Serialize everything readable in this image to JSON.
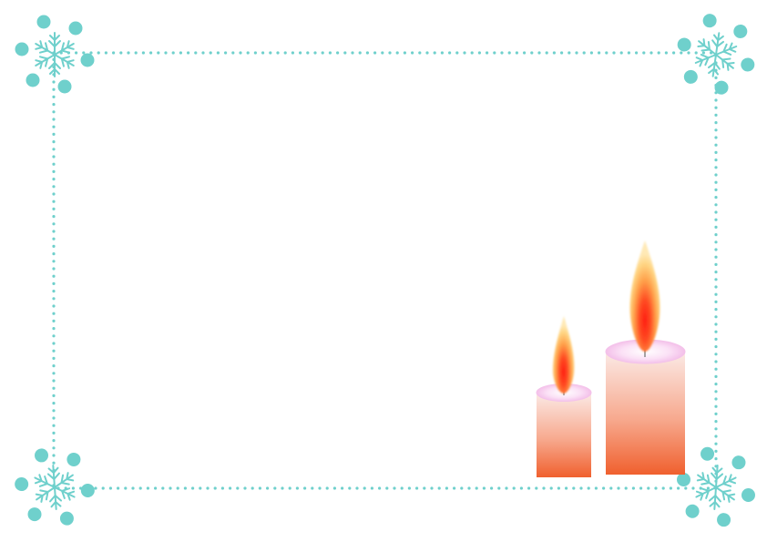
{
  "colors": {
    "background": "#ffffff",
    "border": "#6fd0cc",
    "snowflake": "#6fd0cc",
    "candle_top": "#fbe9e4",
    "candle_bottom": "#f0602e",
    "candle_rim": "#f6c6ee",
    "flame_outer": "#ffd98a",
    "flame_mid": "#ff9a4a",
    "flame_core": "#ff2a1a"
  },
  "decorations": {
    "border": "dotted-rectangle-frame",
    "corner_icons": [
      "snowflake-icon",
      "snowflake-icon",
      "snowflake-icon",
      "snowflake-icon"
    ],
    "candles": [
      "small-candle",
      "large-candle"
    ]
  }
}
